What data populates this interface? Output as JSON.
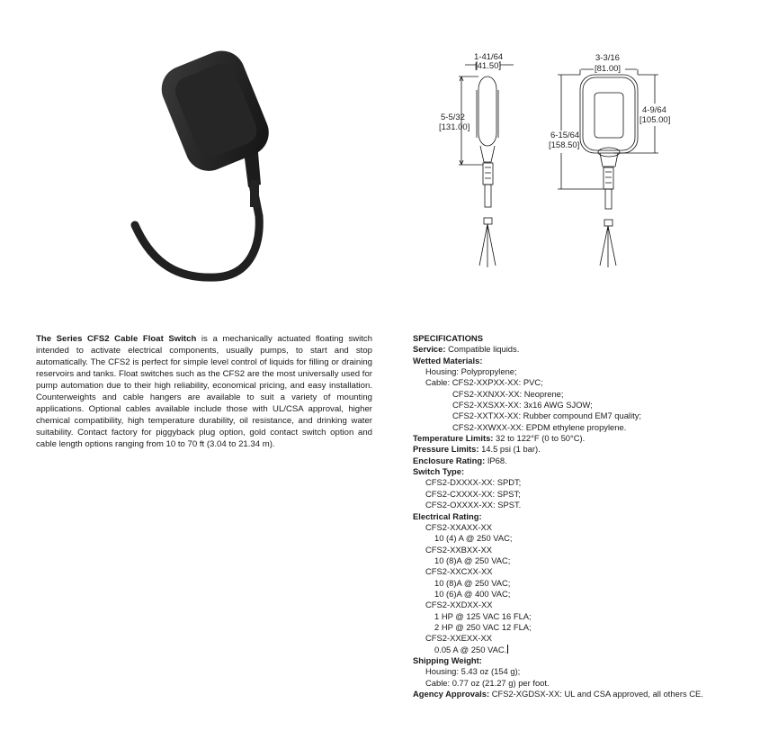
{
  "product_photo": {
    "alt": "Black CFS2 cable float switch with cable"
  },
  "diagram": {
    "side_view": {
      "width_frac": "1-41/64",
      "width_mm": "[41.50]",
      "height_frac": "5-5/32",
      "height_mm": "[131.00]"
    },
    "front_view": {
      "width_frac": "3-3/16",
      "width_mm": "[81.00]",
      "body_height_frac": "4-9/64",
      "body_height_mm": "[105.00]",
      "total_height_frac": "6-15/64",
      "total_height_mm": "[158.50]"
    }
  },
  "description": {
    "lead": "The Series CFS2 Cable Float Switch",
    "body": " is a mechanically actuated floating switch intended to activate electrical components, usually pumps, to start and stop automatically. The CFS2 is perfect for simple level control of liquids for filling or draining reservoirs and tanks. Float switches such as the CFS2 are the most universally used for pump automation due to their high reliability, economical pricing, and easy installation. Counterweights and cable hangers are available to suit a variety of mounting applications. Optional cables available include those with UL/CSA approval, higher chemical compatibility, high temperature durability, oil resistance, and drinking water suitability. Contact factory for piggyback plug option, gold contact switch option and cable length options ranging from 10 to 70 ft (3.04 to 21.34 m)."
  },
  "specs": {
    "heading": "SPECIFICATIONS",
    "service": {
      "label": "Service:",
      "value": " Compatible liquids."
    },
    "wetted": {
      "label": "Wetted Materials:",
      "housing": "Housing: Polypropylene;",
      "cable": [
        "Cable: CFS2-XXPXX-XX: PVC;",
        "CFS2-XXNXX-XX: Neoprene;",
        "CFS2-XXSXX-XX: 3x16 AWG SJOW;",
        "CFS2-XXTXX-XX: Rubber compound EM7 quality;",
        "CFS2-XXWXX-XX: EPDM ethylene propylene."
      ]
    },
    "temperature": {
      "label": "Temperature Limits:",
      "value": " 32 to 122°F (0 to 50°C)."
    },
    "pressure": {
      "label": "Pressure Limits:",
      "value": " 14.5 psi (1 bar)."
    },
    "enclosure": {
      "label": "Enclosure Rating:",
      "value": " IP68."
    },
    "switch_type": {
      "label": "Switch Type:",
      "items": [
        "CFS2-DXXXX-XX: SPDT;",
        "CFS2-CXXXX-XX: SPST;",
        "CFS2-OXXXX-XX: SPST."
      ]
    },
    "electrical": {
      "label": "Electrical Rating:",
      "groups": [
        {
          "model": "CFS2-XXAXX-XX",
          "values": [
            "10 (4) A @ 250 VAC;"
          ]
        },
        {
          "model": "CFS2-XXBXX-XX",
          "values": [
            "10 (8)A @ 250 VAC;"
          ]
        },
        {
          "model": "CFS2-XXCXX-XX",
          "values": [
            "10 (8)A @ 250 VAC;",
            "10 (6)A @ 400 VAC;"
          ]
        },
        {
          "model": "CFS2-XXDXX-XX",
          "values": [
            "1 HP @ 125 VAC 16 FLA;",
            "2 HP @ 250 VAC 12 FLA;"
          ]
        },
        {
          "model": "CFS2-XXEXX-XX",
          "values": [
            "0.05 A @ 250 VAC."
          ]
        }
      ]
    },
    "shipping": {
      "label": "Shipping Weight:",
      "housing": "Housing: 5.43 oz (154 g);",
      "cable": "Cable: 0.77 oz (21.27 g) per foot."
    },
    "agency": {
      "label": "Agency Approvals:",
      "value": " CFS2-XGDSX-XX: UL and CSA approved, all others CE."
    }
  }
}
